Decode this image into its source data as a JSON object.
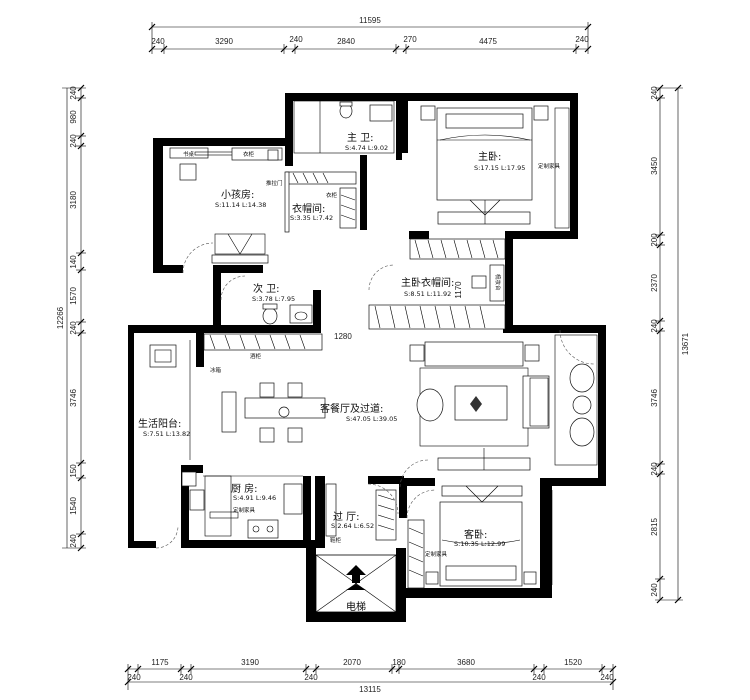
{
  "dimensions": {
    "top_total": "11595",
    "top_segments": [
      "240",
      "3290",
      "240",
      "2840",
      "270",
      "4475",
      "240"
    ],
    "bottom_total": "13115",
    "bottom_segments": [
      "240",
      "1175",
      "240",
      "3190",
      "240",
      "2070",
      "180",
      "3680",
      "240",
      "1520",
      "240"
    ],
    "left_total": "12266",
    "left_segments": [
      "240",
      "980",
      "240",
      "3180",
      "140",
      "1570",
      "240",
      "3746",
      "150",
      "1540",
      "240"
    ],
    "right_total": "13671",
    "right_segments": [
      "240",
      "3450",
      "200",
      "2370",
      "240",
      "3746",
      "240",
      "2815",
      "240"
    ],
    "opening_1280": "1280",
    "opening_1170": "1170"
  },
  "rooms": {
    "master_bath": {
      "name": "主 卫:",
      "area": "S:4.74 L:9.02"
    },
    "master_bedroom": {
      "name": "主卧:",
      "area": "S:17.15 L:17.95"
    },
    "child_room": {
      "name": "小孩房:",
      "area": "S:11.14 L:14.38"
    },
    "cloakroom": {
      "name": "衣帽间:",
      "area": "S:3.35 L:7.42"
    },
    "master_cloak": {
      "name": "主卧衣帽间:",
      "area": "S:8.51 L:11.92"
    },
    "second_bath": {
      "name": "次 卫:",
      "area": "S:3.78 L:7.95"
    },
    "living": {
      "name": "客餐厅及过道:",
      "area": "S:47.05 L:39.05"
    },
    "balcony": {
      "name": "生活阳台:",
      "area": "S:7.51 L:13.82"
    },
    "kitchen": {
      "name": "厨 房:",
      "area": "S:4.91 L:9.46"
    },
    "hall": {
      "name": "过 厅:",
      "area": "S:2.64 L:6.52"
    },
    "guest_room": {
      "name": "客卧:",
      "area": "S:10.35 L:12.99"
    },
    "elevator": {
      "name": "电梯"
    }
  },
  "notes": {
    "desk": "书桌",
    "wardrobe": "衣柜",
    "sliding_door": "推拉门",
    "custom_furniture": "定制家具",
    "fridge": "冰箱",
    "wine_cabinet": "酒柜",
    "vanity": "梳妆台",
    "shoe_cabinet": "鞋柜",
    "wardrobe2": "衣柜",
    "custom_furniture_kitchen": "定制家具",
    "custom_furniture_master": "定制家具"
  }
}
